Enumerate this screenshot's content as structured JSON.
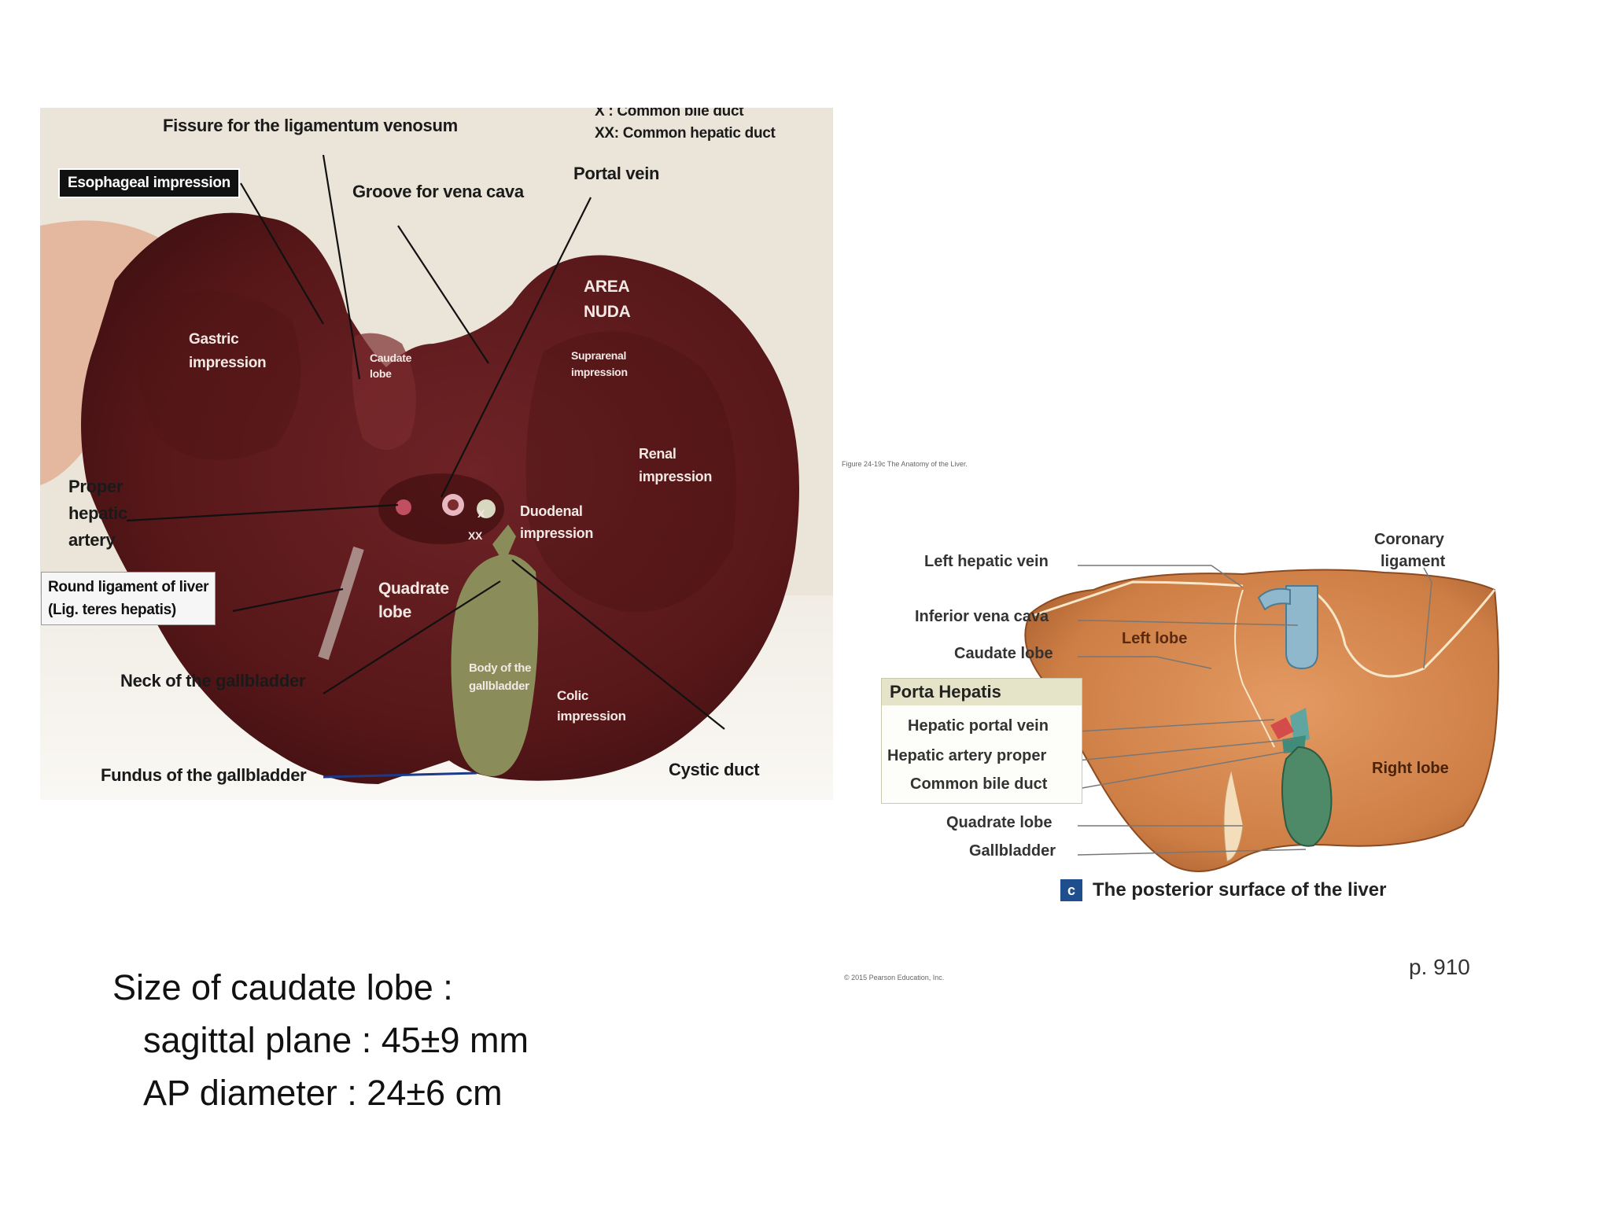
{
  "photo": {
    "legend_x": "X : Common bile duct",
    "legend_xx": "XX: Common  hepatic duct",
    "fissure": "Fissure for the ligamentum venosum",
    "esophageal": "Esophageal impression",
    "groove": "Groove for vena cava",
    "portal_vein": "Portal vein",
    "area_nuda_1": "AREA",
    "area_nuda_2": "NUDA",
    "gastric_1": "Gastric",
    "gastric_2": "impression",
    "caudate_1": "Caudate",
    "caudate_2": "lobe",
    "suprarenal_1": "Suprarenal",
    "suprarenal_2": "impression",
    "renal_1": "Renal",
    "renal_2": "impression",
    "proper_1": "Proper",
    "proper_2": "hepatic",
    "proper_3": "artery",
    "duodenal_1": "Duodenal",
    "duodenal_2": "impression",
    "x_mark": "X",
    "xx_mark": "XX",
    "round_lig_1": "Round ligament of liver",
    "round_lig_2": "(Lig. teres hepatis)",
    "quadrate_1": "Quadrate",
    "quadrate_2": "lobe",
    "neck": "Neck of the gallbladder",
    "body_1": "Body of the",
    "body_2": "gallbladder",
    "colic_1": "Colic",
    "colic_2": "impression",
    "fundus": "Fundus of the gallbladder",
    "cystic": "Cystic duct"
  },
  "diagram": {
    "figure_caption": "Figure 24-19c The Anatomy of the Liver.",
    "left_hepatic_vein": "Left hepatic vein",
    "coronary_1": "Coronary",
    "coronary_2": "ligament",
    "ivc": "Inferior vena cava",
    "left_lobe": "Left lobe",
    "caudate": "Caudate lobe",
    "porta": "Porta Hepatis",
    "hpv": "Hepatic portal vein",
    "hap": "Hepatic artery proper",
    "cbd": "Common bile duct",
    "right_lobe": "Right lobe",
    "quadrate": "Quadrate lobe",
    "gallbladder": "Gallbladder",
    "c_badge": "c",
    "posterior": "The posterior surface of the liver",
    "page": "p.  910",
    "copyright": "© 2015 Pearson Education, Inc."
  },
  "notes": {
    "line1": "Size of caudate lobe :",
    "line2": "sagittal plane : 45±9 mm",
    "line3": "AP diameter  : 24±6 cm"
  }
}
